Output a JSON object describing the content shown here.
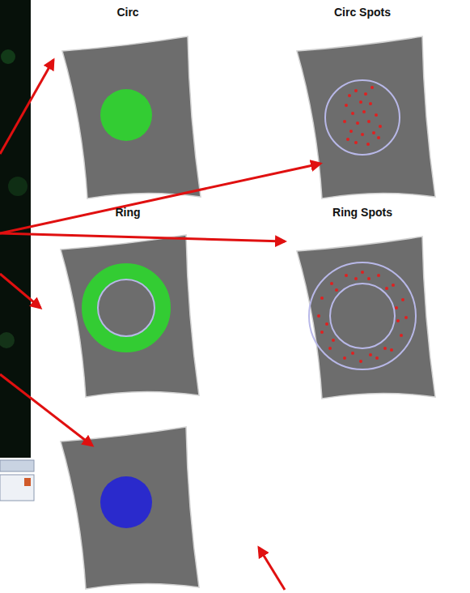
{
  "diagram": {
    "nodes": [
      {
        "text": [
          "Circ"
        ]
      },
      {
        "text": [
          "Circ Spots"
        ]
      },
      {
        "text": [
          "Ring"
        ]
      },
      {
        "text": [
          "Ring Spots"
        ]
      }
    ]
  }
}
